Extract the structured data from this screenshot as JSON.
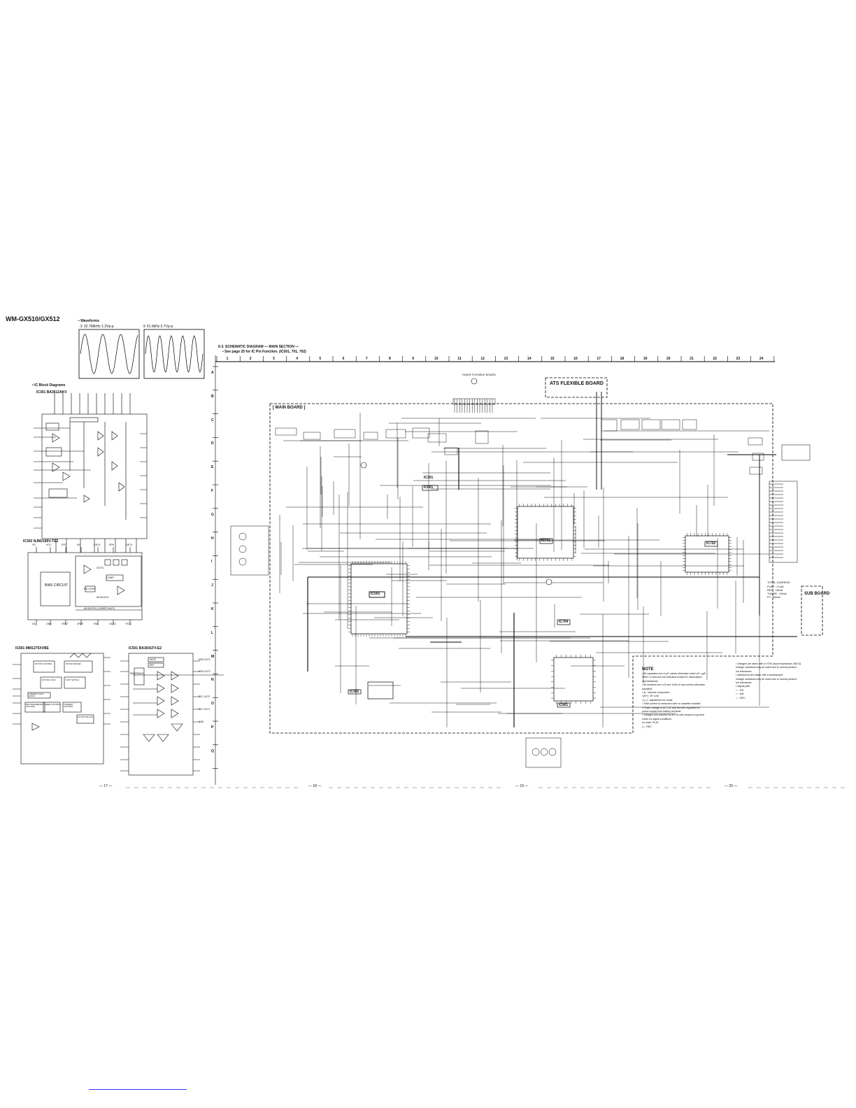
{
  "header": {
    "model": "WM-GX510/GX512"
  },
  "waveforms": {
    "title": "• Waveforms",
    "wave1_label": "① 32.768kHz   1.2Vp-p",
    "wave2_label": "② 51.9kHz   0.7Vp-p"
  },
  "ic_block": {
    "title": "• IC Block Diagrams",
    "ic301": "IC301  BA3612AKV",
    "ic302": "IC302  NJM2185V-TE2",
    "ic601": "IC601  MM1275XVBE",
    "ic501": "IC501  BA3641FV-E2",
    "bias_circuit": "BIAS CIRCUIT",
    "bias_circuit_text": "BIAS\nCIRCUIT",
    "ic302_labels": [
      "VS",
      "VCC",
      "EXT",
      "IN1",
      "CNT4",
      "SPK",
      "DET4",
      "SA",
      "GND",
      "VRET",
      "VREF",
      "SW",
      "OUT3",
      "RCD",
      "OCTO",
      "COMP",
      "RE-CONT",
      "Alt BLOCK",
      "Alt BLOCK (LOWER HALF)"
    ],
    "ic601_labels": [
      "MOTOR CONTROL",
      "MOTOR DRIVER",
      "MOTOR LOGIC",
      "SOFT SWITCH",
      "THERMAL SHUT DOWN",
      "BIAS REFERENCE VOLTAGE",
      "SPEED CONTROL",
      "CURRENT CONTROL",
      "OUTPUT BLOCK"
    ],
    "ic501_labels": [
      "MUTE",
      "REF",
      "REFERENCE",
      "REC OUT2",
      "REC OUT1",
      "MON OUT1",
      "MON OUT2",
      "GND"
    ]
  },
  "schematic": {
    "title": "6-3. SCHEMATIC DIAGRAM — MAIN SECTION —",
    "subtitle": "• See page 25 for IC Pin Function. (IC501, 701, 702)",
    "columns": [
      "1",
      "2",
      "3",
      "4",
      "5",
      "6",
      "7",
      "8",
      "9",
      "10",
      "11",
      "12",
      "13",
      "14",
      "15",
      "16",
      "17",
      "18",
      "19",
      "20",
      "21",
      "22",
      "23",
      "24"
    ],
    "rows": [
      "A",
      "B",
      "C",
      "D",
      "E",
      "F",
      "G",
      "H",
      "I",
      "J",
      "K",
      "L",
      "M",
      "N",
      "O",
      "P",
      "Q"
    ],
    "main_board": "[ MAIN BOARD ]",
    "ats_flexible_board": "ATS FLEXIBLE BOARD",
    "sub_board": "SUB BOARD",
    "ic_labels": [
      "IC301",
      "IC501",
      "IC601",
      "IC701",
      "IC702",
      "IC302",
      "IC704",
      "IC801"
    ],
    "connector_label": "TUNER FLEXIBLE BOARD",
    "waveform_markers": [
      "①",
      "②"
    ],
    "note_a": "A"
  },
  "note": {
    "title": "NOTE",
    "lines": [
      "• All capacitors are in µF unless otherwise noted. pF: µµF",
      "  50WV or less are not indicated except for electrolytics",
      "  and tantalums.",
      "• All resistors are in Ω and 1/4W or less unless otherwise",
      "  specified.",
      "• ⊗ : internal component.",
      "• [B+] : B+ Line.",
      "• [▭] : adjustment for repair.",
      "• Total current is measured with no cassette installed.",
      "• Power voltage is dc 1.5V and fed with regulated dc",
      "  power supply from battery terminal.",
      "• Voltages and waveforms are dc with respect to ground",
      "  under no-signal conditions.",
      "  no mark: PLAY",
      "  ( ) : REC"
    ],
    "right_lines": [
      "• Voltages are taken with a VOM (Input impedance 10M Ω).",
      "  Voltage variations may be noted due to normal product",
      "  ion tolerances.",
      "• Waveforms are taken with a oscilloscope.",
      "  Voltage variations may be noted due to normal product",
      "  ion tolerances.",
      "• Signal path.",
      "  ⇨ : FM",
      "  ⇨ : AM",
      "  ⇨ : REC"
    ]
  },
  "right_notes": {
    "total_current": "TOTAL CURRENT",
    "current_lines": [
      "PLAY : 17mA",
      "REC : 19mA",
      "TUNER : 19mA",
      "FF : 55mA"
    ]
  },
  "page_numbers": [
    "— 17 —",
    "— 18 —",
    "— 19 —",
    "— 20 —"
  ]
}
